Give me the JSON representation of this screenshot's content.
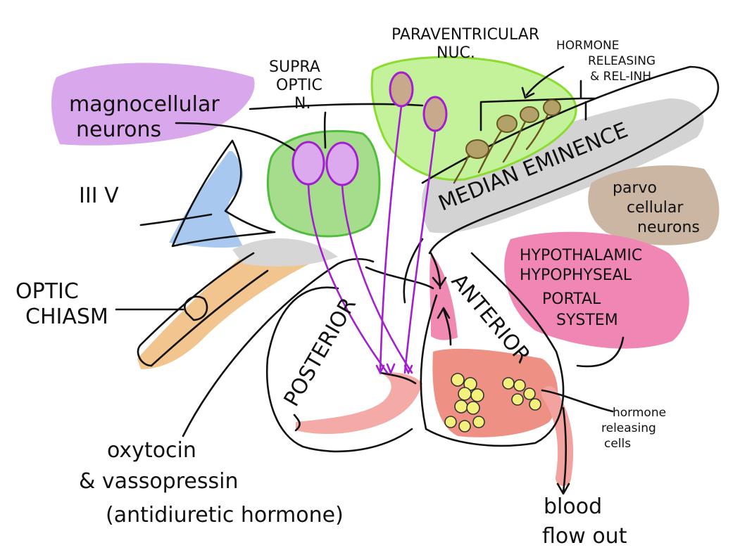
{
  "labels": {
    "paraventricular": [
      "PARAVENTRICULAR",
      "NUC."
    ],
    "hormone_releasing": [
      "HORMONE",
      "RELEASING",
      "& REL-INH"
    ],
    "supraoptic": [
      "SUPRA",
      "OPTIC",
      "N."
    ],
    "magnocellular": [
      "magnocellular",
      "neurons"
    ],
    "third_ventricle": "III V",
    "median_eminence": "MEDIAN EMINENCE",
    "parvocellular": [
      "parvo",
      "cellular",
      "neurons"
    ],
    "hypothalamic": [
      "HYPOTHALAMIC",
      "HYPOPHYSEAL",
      "PORTAL",
      "SYSTEM"
    ],
    "optic_chiasm": [
      "OPTIC",
      "CHIASM"
    ],
    "anterior": "ANTERIOR",
    "posterior": "POSTERIOR",
    "hormone_cells": [
      "hormone",
      "releasing",
      "cells"
    ],
    "oxytocin": [
      "oxytocin",
      "& vassopressin",
      "(antidiuretic hormone)"
    ],
    "blood_flow": [
      "blood",
      "flow out"
    ]
  },
  "colors": {
    "magno_highlight": "#d9a8ec",
    "nucleus_green": "#9fdc84",
    "pvn_green": "#c3f29a",
    "ventricle_blue": "#a9c8f0",
    "chiasm_orange": "#f1c58d",
    "median_gray": "#cfcfcf",
    "parvo_brown": "#c7b3a0",
    "portal_pink": "#ee6fa5",
    "gland_red": "#ec7c6f",
    "cells_yellow": "#f4f07c",
    "axon_purple": "#a21fd0"
  }
}
